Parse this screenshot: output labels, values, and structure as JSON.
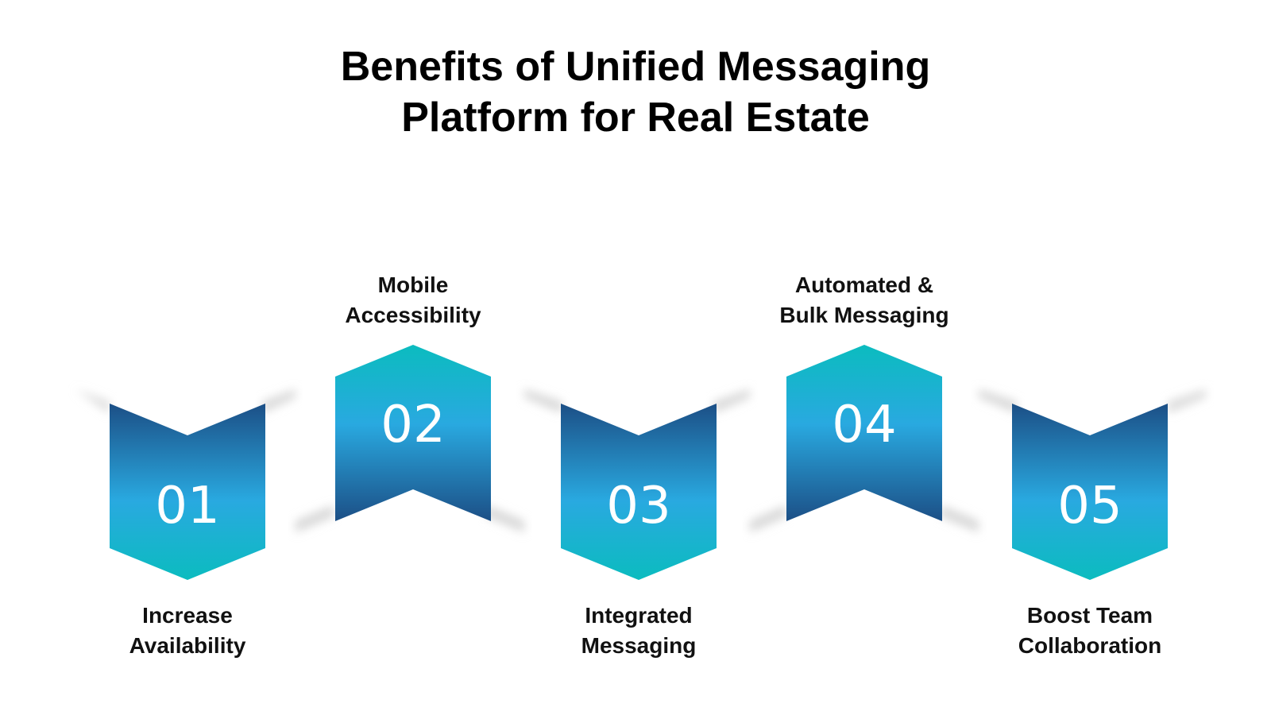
{
  "title": {
    "line1": "Benefits of Unified Messaging",
    "line2": "Platform for Real Estate"
  },
  "steps": [
    {
      "number": "01",
      "label_line1": "Increase",
      "label_line2": "Availability"
    },
    {
      "number": "02",
      "label_line1": "Mobile",
      "label_line2": "Accessibility"
    },
    {
      "number": "03",
      "label_line1": "Integrated",
      "label_line2": "Messaging"
    },
    {
      "number": "04",
      "label_line1": "Automated &",
      "label_line2": "Bulk Messaging"
    },
    {
      "number": "05",
      "label_line1": "Boost Team",
      "label_line2": "Collaboration"
    }
  ],
  "colors": {
    "teal": "#0bbcbf",
    "sky": "#29a9e0",
    "navy": "#1c4f86",
    "text": "#111111"
  }
}
